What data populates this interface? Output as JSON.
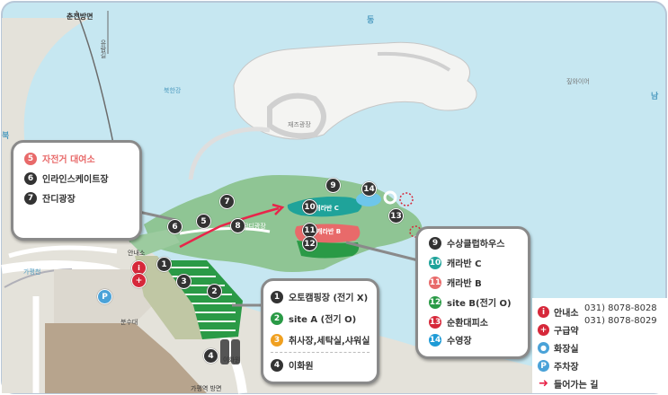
{
  "map_labels": {
    "chuncheon_direction": "춘천방면",
    "east": "동",
    "south": "남",
    "north_partial": "북",
    "bukhangang": "북한강",
    "jaejeu_plaza": "재즈광장",
    "zipline": "짚와이어",
    "gapyeongcheon": "가평천",
    "bunsudae": "분수대",
    "gapyeong_station_direction": "가평역 방면",
    "yuramgil_vertical": "유람길",
    "cabin_c": "캐라반 C",
    "cabin_b": "캐라반 B",
    "grass_plaza": "잔디광장",
    "info_center": "안내소",
    "flower_garden": "이화원"
  },
  "callout_top_left": {
    "items": [
      {
        "num": "5",
        "label": "자전거 대여소",
        "color": "#e86a6a"
      },
      {
        "num": "6",
        "label": "인라인스케이트장",
        "color": "#333333"
      },
      {
        "num": "7",
        "label": "잔디광장",
        "color": "#333333"
      }
    ]
  },
  "callout_bottom_mid": {
    "items": [
      {
        "num": "1",
        "label": "오토캠핑장 (전기 X)",
        "color": "#333333"
      },
      {
        "num": "2",
        "label": "site A (전기 O)",
        "color": "#2a9a46"
      },
      {
        "num": "3",
        "label": "취사장,세탁실,샤워실",
        "color": "#f0a020"
      },
      {
        "num": "4",
        "label": "이화원",
        "color": "#333333"
      }
    ]
  },
  "callout_right": {
    "items": [
      {
        "num": "9",
        "label": "수상클럽하우스",
        "color": "#333333"
      },
      {
        "num": "10",
        "label": "캐라반 C",
        "color": "#1fa39a"
      },
      {
        "num": "11",
        "label": "캐라반 B",
        "color": "#e86a6a"
      },
      {
        "num": "12",
        "label": "site B(전기 O)",
        "color": "#2a9a46"
      },
      {
        "num": "13",
        "label": "순환대피소",
        "color": "#d6283a"
      },
      {
        "num": "14",
        "label": "수영장",
        "color": "#1f9bd6"
      }
    ]
  },
  "legend": {
    "info_label": "안내소",
    "info_phone_1": "031) 8078-8028",
    "info_phone_2": "031) 8078-8029",
    "first_aid_label": "구급약",
    "restroom_label": "화장실",
    "parking_label": "주차장",
    "entry_path_label": "들어가는 길"
  },
  "colors": {
    "water": "#c6e7f1",
    "island": "#8fc594",
    "land": "#eceae3",
    "road": "#ffffff",
    "green_site": "#2a9a46",
    "teal_site": "#1fa39a",
    "red_site": "#e86a6a",
    "route": "#e8254a"
  }
}
